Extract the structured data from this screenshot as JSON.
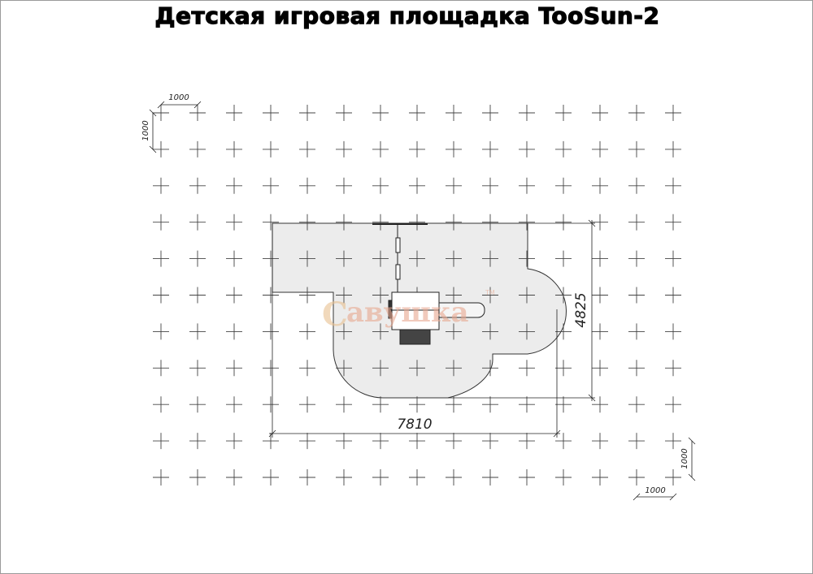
{
  "title": "Детская игровая площадка TooSun-2",
  "grid_step_label": "1000",
  "dimensions": {
    "width": "7810",
    "depth": "4825"
  },
  "scale_marks": {
    "top_left_horizontal": "1000",
    "top_left_vertical": "1000",
    "bottom_right_horizontal": "1000",
    "bottom_right_vertical": "1000"
  },
  "watermark": {
    "text": "Савушка",
    "tm": "TM"
  },
  "colors": {
    "area_fill": "#ececec",
    "grid": "#444444",
    "watermark": "#e8b89a"
  }
}
